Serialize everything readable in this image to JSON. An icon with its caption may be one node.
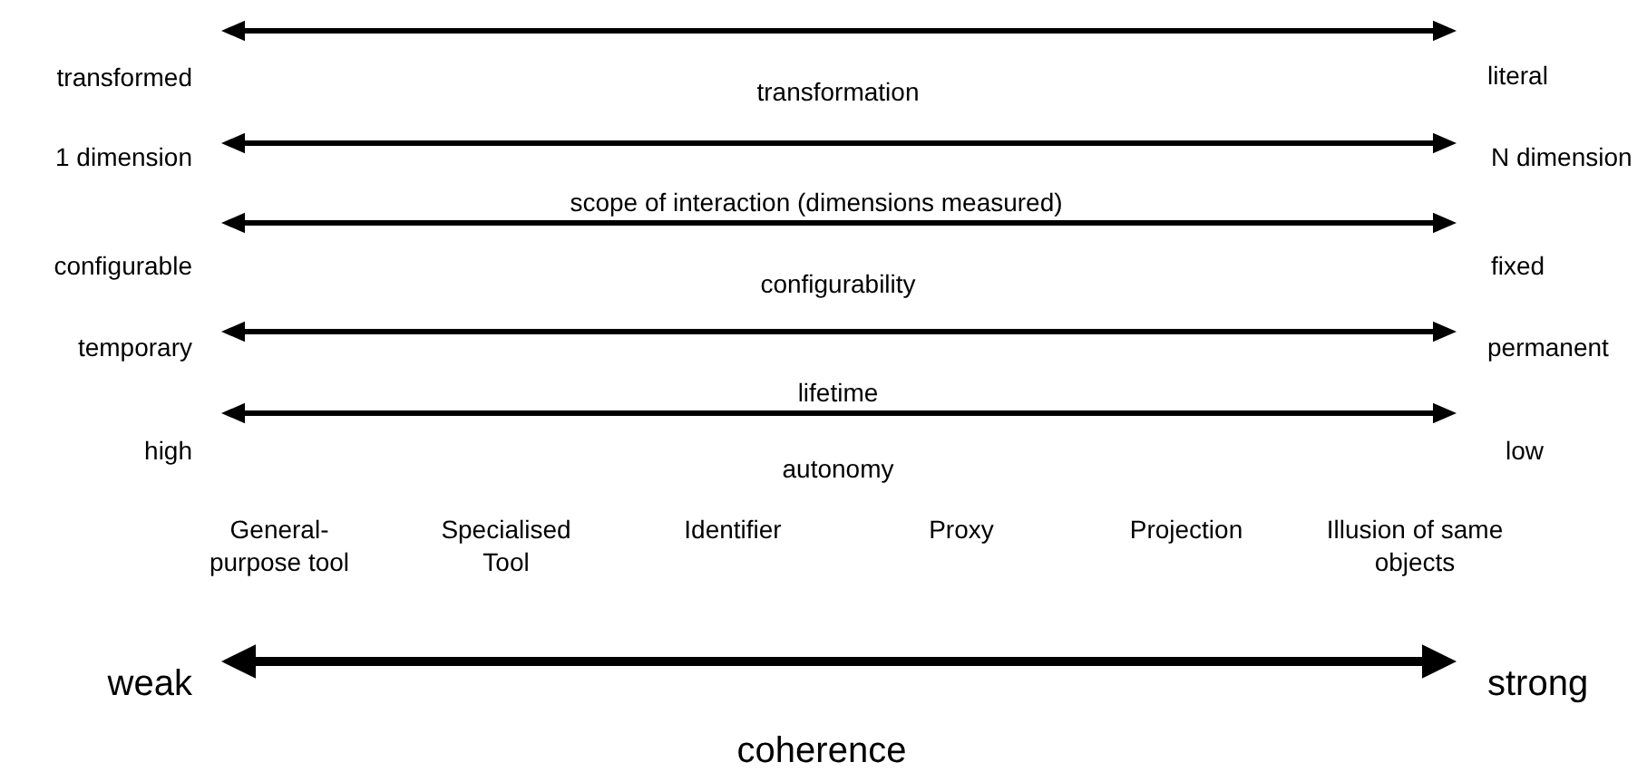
{
  "diagram": {
    "labels": [
      "transformed",
      "transformation",
      "literal",
      "1 dimension",
      "N dimension",
      "scope of interaction (dimensions measured)",
      "configurable",
      "configurability",
      "fixed",
      "temporary",
      "permanent",
      "lifetime",
      "high",
      "low",
      "autonomy",
      "General-purpose tool",
      "Specialised Tool",
      "Identifier",
      "Proxy",
      "Projection",
      "Illusion of same objects",
      "weak",
      "strong",
      "coherence"
    ]
  }
}
